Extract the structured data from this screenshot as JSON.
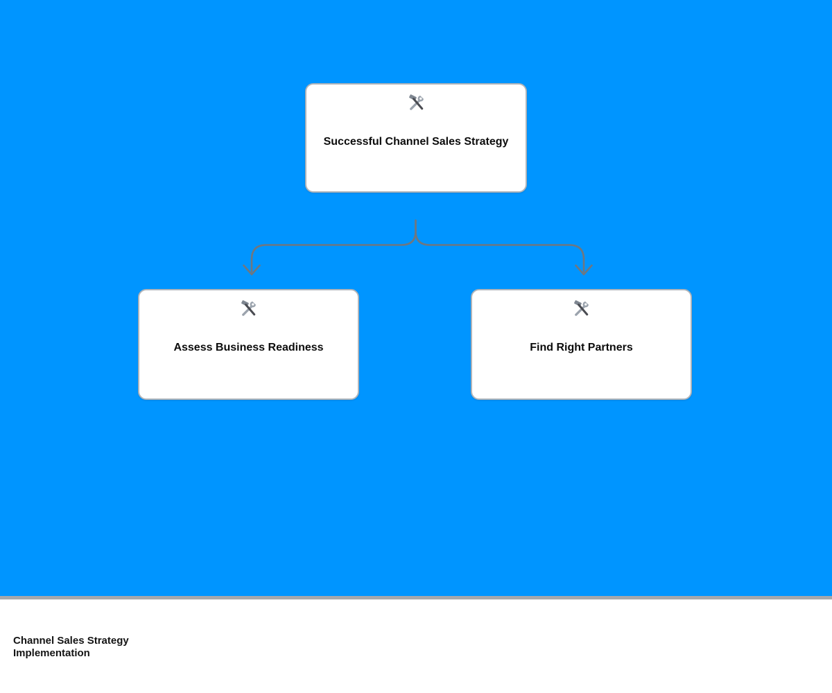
{
  "page": {
    "background_color": "#0095ff",
    "divider_color": "#a6a8ac",
    "card_background": "#ffffff",
    "card_border_color": "#afb4ba",
    "connector_color": "#6f7780",
    "text_color": "#0c0c0c"
  },
  "icons": {
    "hammer_wrench": "🛠️"
  },
  "nodes": [
    {
      "id": "root",
      "icon": "hammer-wrench-icon",
      "label": "Successful Channel Sales Strategy"
    },
    {
      "id": "child-left",
      "icon": "hammer-wrench-icon",
      "label": "Assess Business Readiness"
    },
    {
      "id": "child-right",
      "icon": "hammer-wrench-icon",
      "label": "Find Right Partners"
    }
  ],
  "footer": {
    "title": "Channel Sales Strategy Implementation"
  }
}
